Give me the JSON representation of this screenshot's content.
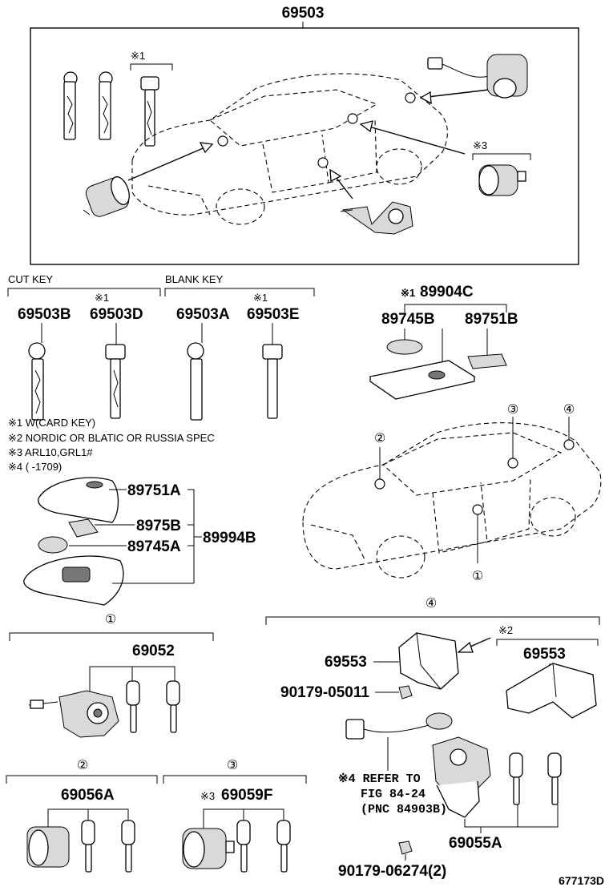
{
  "top_assembly": {
    "part_number": "69503",
    "note": "※1"
  },
  "group_labels": {
    "cut_key": "CUT KEY",
    "blank_key": "BLANK KEY"
  },
  "keys": [
    {
      "part": "69503B",
      "note": ""
    },
    {
      "part": "69503D",
      "note": "※1"
    },
    {
      "part": "69503A",
      "note": ""
    },
    {
      "part": "69503E",
      "note": "※1"
    }
  ],
  "card_key_kit": {
    "note": "※1",
    "part": "89904C",
    "battery": "89745B",
    "label": "89751B"
  },
  "notes": [
    "※1 W(CARD KEY)",
    "※2 NORDIC OR BLATIC OR RUSSIA SPEC",
    "※3 ARL10,GRL1#",
    "※4 (      -1709)"
  ],
  "transmitter": {
    "case_upper": "89751A",
    "board": "8975B",
    "battery": "89745A",
    "assembly": "89994B"
  },
  "locations": [
    "①",
    "②",
    "③",
    "④"
  ],
  "section1": {
    "marker": "①",
    "part": "69052"
  },
  "section2": {
    "marker": "②",
    "part": "69056A"
  },
  "section3": {
    "marker": "③",
    "note": "※3",
    "part": "69059F"
  },
  "section4": {
    "marker": "④",
    "cover": "69553",
    "cover_note": "※2",
    "cover_alt": "69553",
    "screw": "90179-05011",
    "refer_line1": "※4 REFER TO",
    "refer_line2": "FIG 84-24",
    "refer_line3": "(PNC 84903B)",
    "assembly": "69055A",
    "screw2": "90179-06274(2)"
  },
  "figure_id": "677173D"
}
